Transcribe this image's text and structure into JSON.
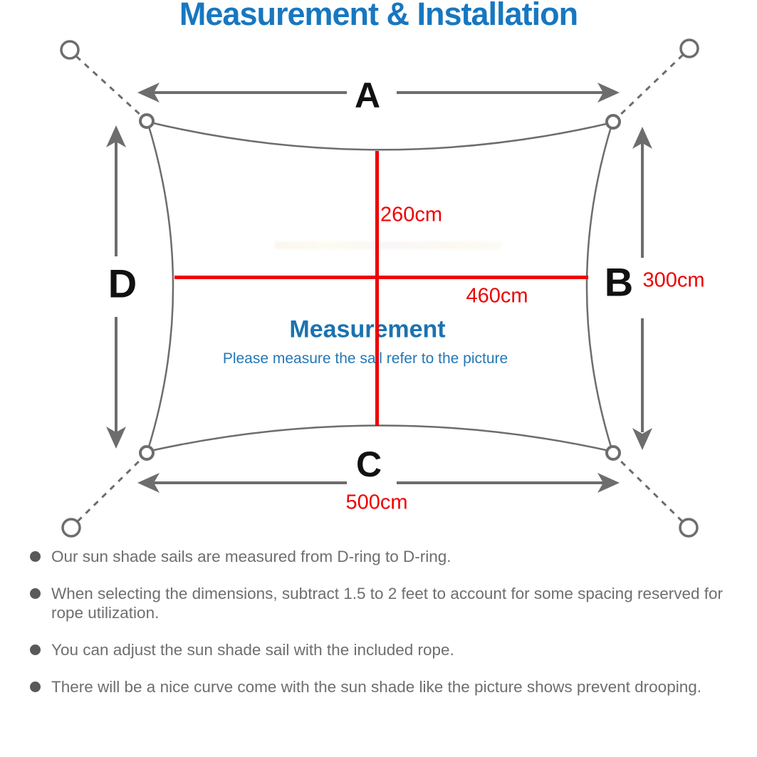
{
  "title": "Measurement & Installation",
  "colors": {
    "title_blue": "#1777c0",
    "center_blue": "#1b72b1",
    "center_blue_light": "#2478b5",
    "red": "#ee0000",
    "line_gray": "#6d6d6d",
    "text_gray": "#6e6e6e",
    "label_black": "#111111"
  },
  "diagram": {
    "labels": {
      "a": "A",
      "b": "B",
      "c": "C",
      "d": "D"
    },
    "dimensions": {
      "vertical_center": "260cm",
      "horizontal_center": "460cm",
      "side_b": "300cm",
      "bottom_c": "500cm"
    },
    "center_title": "Measurement",
    "center_subtitle": "Please measure the sail refer to the picture"
  },
  "notes": [
    "Our sun shade sails are measured from D-ring to D-ring.",
    "When selecting the dimensions, subtract 1.5 to 2 feet to account for some spacing reserved for rope utilization.",
    "You can adjust the sun shade sail with the included rope.",
    "There will be a nice curve come with the sun shade like the picture shows prevent drooping."
  ]
}
